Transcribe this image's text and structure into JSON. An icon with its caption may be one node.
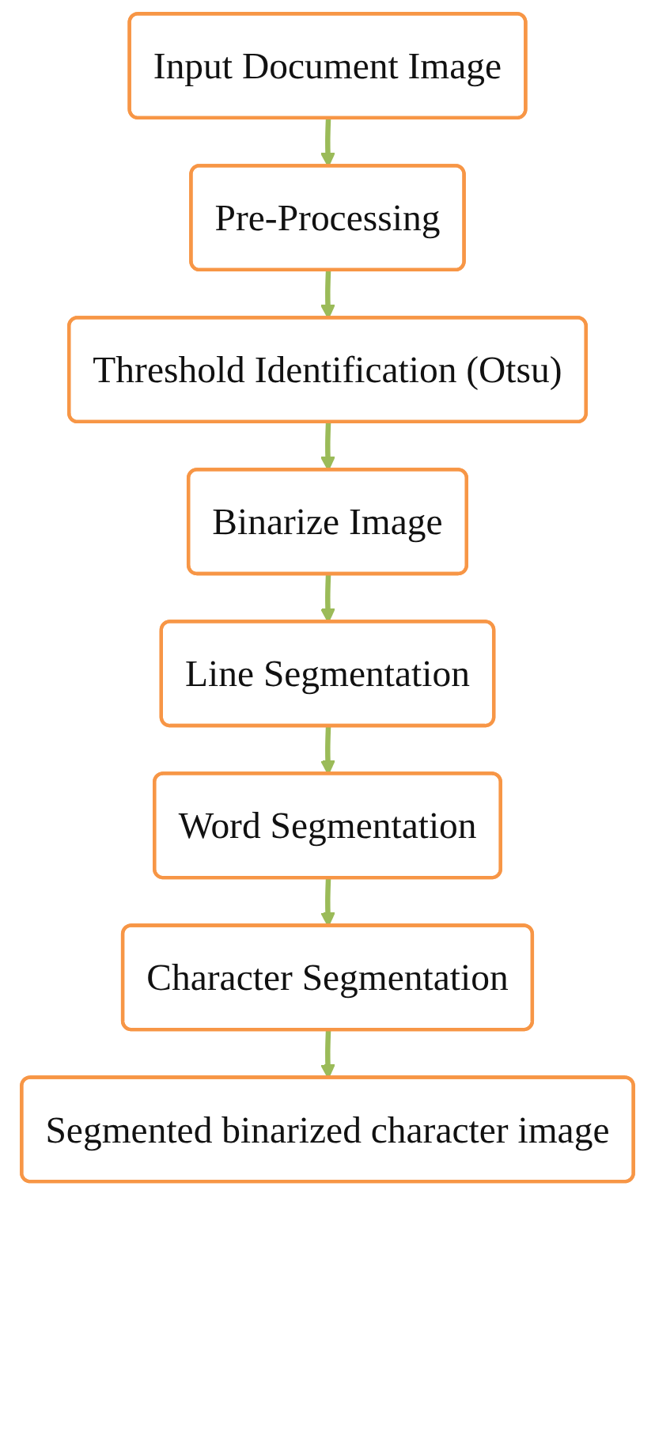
{
  "diagram": {
    "nodes": [
      {
        "text": [
          "Input Document Image"
        ]
      },
      {
        "text": [
          "Pre-Processing"
        ]
      },
      {
        "text": [
          "Threshold Identification (Otsu)"
        ]
      },
      {
        "text": [
          "Binarize Image"
        ]
      },
      {
        "text": [
          "Line Segmentation"
        ]
      },
      {
        "text": [
          "Word Segmentation"
        ]
      },
      {
        "text": [
          "Character Segmentation"
        ]
      },
      {
        "text": [
          "Segmented binarized character image"
        ]
      }
    ],
    "edges": [
      {
        "from": 0,
        "to": 1,
        "arrow": "to"
      },
      {
        "from": 1,
        "to": 2,
        "arrow": "to"
      },
      {
        "from": 2,
        "to": 3,
        "arrow": "to"
      },
      {
        "from": 3,
        "to": 4,
        "arrow": "to"
      },
      {
        "from": 4,
        "to": 5,
        "arrow": "to"
      },
      {
        "from": 5,
        "to": 6,
        "arrow": "to"
      },
      {
        "from": 6,
        "to": 7,
        "arrow": "to"
      }
    ]
  }
}
